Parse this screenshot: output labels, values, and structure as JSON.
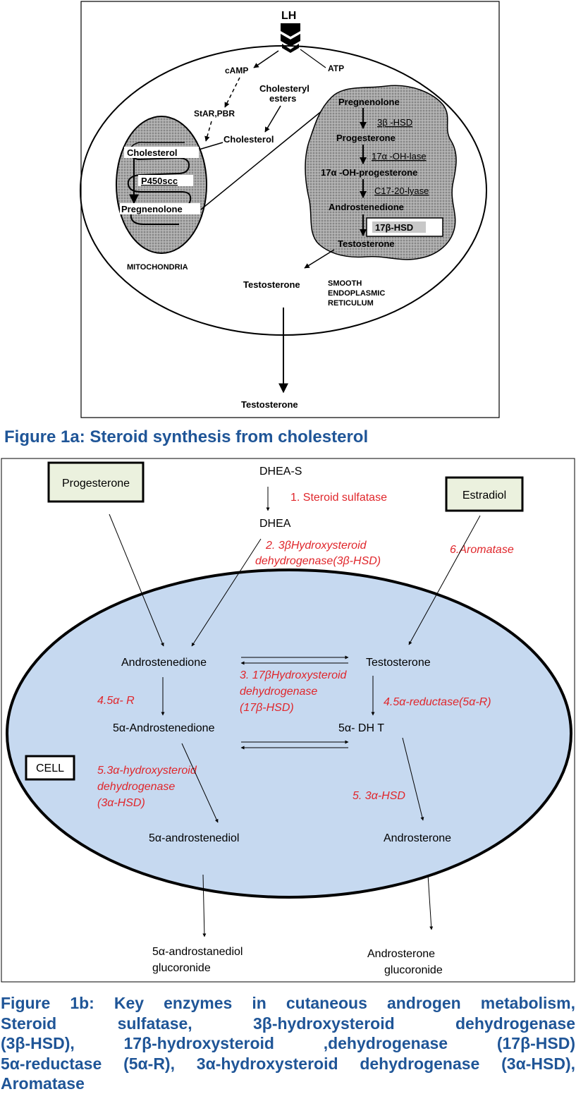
{
  "figure_1a": {
    "lh": "LH",
    "camp": "cAMP",
    "atp": "ATP",
    "star_pbr": "StAR,PBR",
    "cholesteryl_esters": [
      "Cholesteryl",
      "esters"
    ],
    "cholesterol_cytoplasm": "Cholesterol",
    "mito_cholesterol": "Cholesterol",
    "p450scc": "P450scc",
    "mito_pregnenolone": "Pregnenolone",
    "mitochondria_label": "MITOCHONDRIA",
    "er_pregnenolone": "Pregnenolone",
    "hsd3b": "3β -HSD",
    "progesterone": "Progesterone",
    "oh_lase": "17α -OH-lase",
    "oh_progesterone": "17α -OH-progesterone",
    "lyase": "C17-20-lyase",
    "androstenedione": "Androstenedione",
    "hsd17b": "17β-HSD",
    "er_testosterone": "Testosterone",
    "cell_testosterone": "Testosterone",
    "ser_label": [
      "SMOOTH",
      "ENDOPLASMIC",
      "RETICULUM"
    ],
    "out_testosterone": "Testosterone",
    "caption": "Figure 1a: Steroid synthesis from cholesterol"
  },
  "figure_1b": {
    "progesterone_box": "Progesterone",
    "estradiol_box": "Estradiol",
    "dhea_s": "DHEA-S",
    "dhea": "DHEA",
    "enzyme_1": "1. Steroid sulfatase",
    "enzyme_2": [
      "2. 3βHydroxysteroid",
      "dehydrogenase(3β-HSD)"
    ],
    "enzyme_6": "6.Aromatase",
    "androstenedione": "Androstenedione",
    "testosterone": "Testosterone",
    "enzyme_3": [
      "3. 17βHydroxysteroid",
      "dehydrogenase",
      "(17β-HSD)"
    ],
    "enzyme_4_left": "4.5α- R",
    "enzyme_4_right": "4.5α-reductase(5α-R)",
    "a_androstenedione": "5α-Androstenedione",
    "dht": "5α- DH T",
    "cell_label": "CELL",
    "enzyme_5_left": [
      "5.3α-hydroxysteroid",
      "dehydrogenase",
      "(3α-HSD)"
    ],
    "enzyme_5_right": "5. 3α-HSD",
    "androstenediol": "5α-androstenediol",
    "androsterone": "Androsterone",
    "androstanediol_gluc": [
      "5α-androstanediol",
      "glucoronide"
    ],
    "androsterone_gluc": [
      "Androsterone",
      "glucoronide"
    ],
    "caption_lines": [
      "Figure 1b: Key enzymes in cutaneous androgen metabolism,",
      "Steroid sulfatase, 3β-hydroxysteroid dehydrogenase",
      "(3β-HSD), 17β-hydroxysteroid ,dehydrogenase (17β-HSD)",
      "5α-reductase (5α-R), 3α-hydroxysteroid dehydrogenase (3α-HSD),",
      "Aromatase"
    ]
  },
  "colors": {
    "caption": "#1f5597",
    "enzyme_text": "#e0262b",
    "cell_fill": "#c6d9f0",
    "box_fill": "#ebf1de",
    "er_fill": "#9a9a9a"
  }
}
